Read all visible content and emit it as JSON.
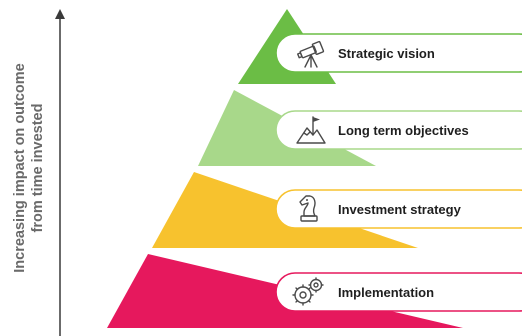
{
  "axis": {
    "label_line1": "Increasing impact on outcome",
    "label_line2": "from time invested"
  },
  "tiers": [
    {
      "label": "Strategic vision",
      "icon": "telescope-icon",
      "color": "#6bbd45"
    },
    {
      "label": "Long term objectives",
      "icon": "mountain-flag-icon",
      "color": "#a8d88a"
    },
    {
      "label": "Investment strategy",
      "icon": "chess-knight-icon",
      "color": "#f7c22e"
    },
    {
      "label": "Implementation",
      "icon": "gears-icon",
      "color": "#e6185d"
    }
  ]
}
